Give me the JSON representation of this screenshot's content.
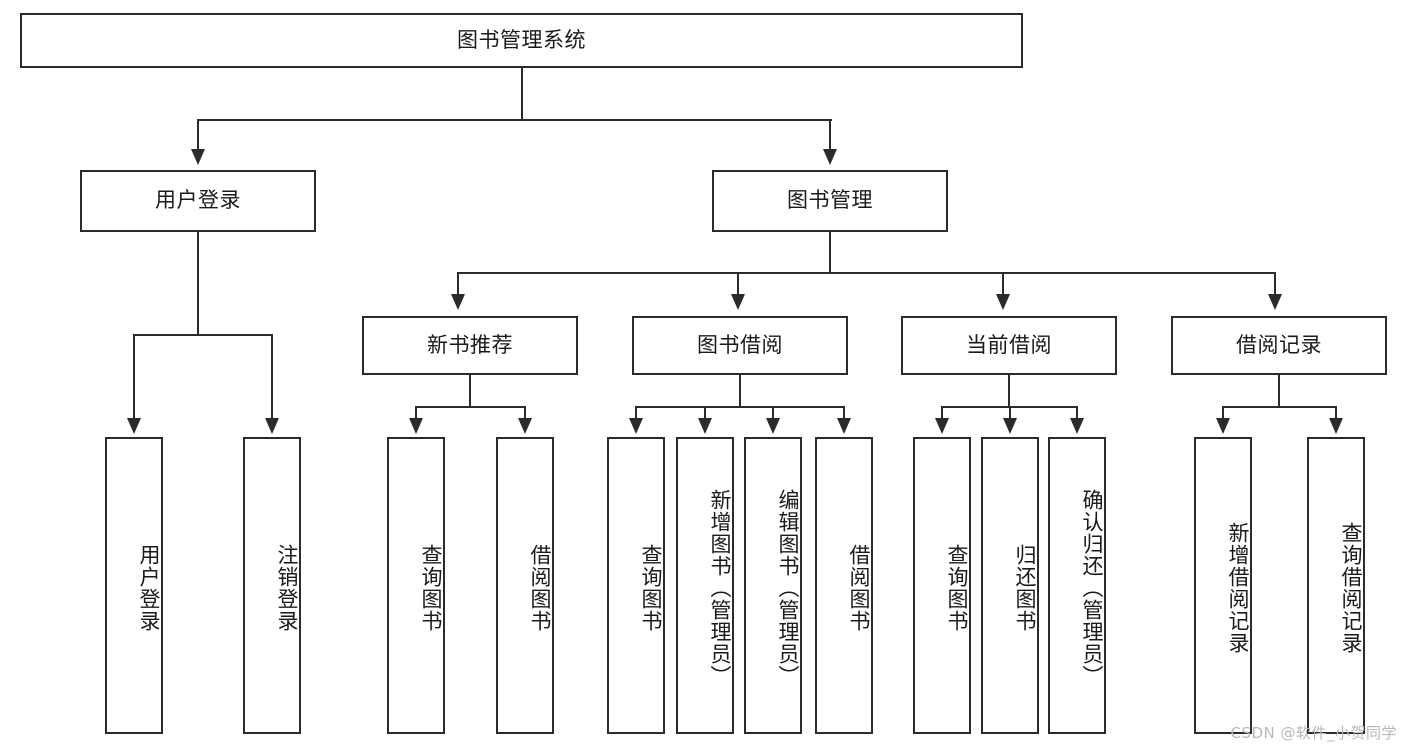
{
  "diagram": {
    "title": "图书管理系统",
    "watermark": "CSDN @软件_小贺同学",
    "root": {
      "label": "图书管理系统"
    },
    "level1": [
      {
        "label": "用户登录"
      },
      {
        "label": "图书管理"
      }
    ],
    "level2": [
      {
        "label": "新书推荐"
      },
      {
        "label": "图书借阅"
      },
      {
        "label": "当前借阅"
      },
      {
        "label": "借阅记录"
      }
    ],
    "leaves": {
      "user_login": [
        {
          "label": "用户登录"
        },
        {
          "label": "注销登录"
        }
      ],
      "new_book": [
        {
          "label": "查询图书"
        },
        {
          "label": "借阅图书"
        }
      ],
      "borrow_book": [
        {
          "label": "查询图书"
        },
        {
          "label": "新增图书（管理员）"
        },
        {
          "label": "编辑图书（管理员）"
        },
        {
          "label": "借阅图书"
        }
      ],
      "current_borrow": [
        {
          "label": "查询图书"
        },
        {
          "label": "归还图书"
        },
        {
          "label": "确认归还（管理员）"
        }
      ],
      "borrow_record": [
        {
          "label": "新增借阅记录"
        },
        {
          "label": "查询借阅记录"
        }
      ]
    },
    "colors": {
      "stroke": "#2b2b2b",
      "fill": "#ffffff",
      "text": "#1a1a1a",
      "watermark": "#b9b9b9"
    }
  }
}
